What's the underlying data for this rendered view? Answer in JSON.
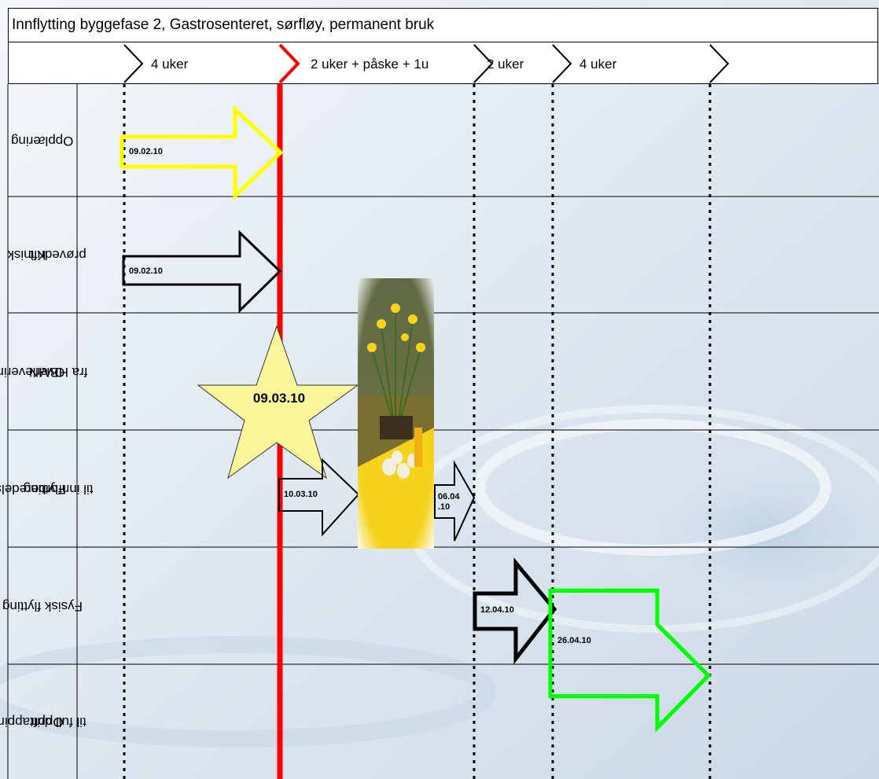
{
  "title": "Innflytting byggefase 2, Gastrosenteret, sørfløy, permanent bruk",
  "phases": [
    "4 uker",
    "2 uker + påske + 1u",
    "2 uker",
    "4 uker"
  ],
  "rows": [
    {
      "label": [
        "Opplæring"
      ],
      "date": "09.02.10",
      "arrow_color": "#ffff00"
    },
    {
      "label": [
        "Klinisk",
        "prøvedrift"
      ],
      "date": "09.02.10",
      "arrow_color": "#000000"
    },
    {
      "label": [
        "Overlevering",
        "fra HBMN"
      ],
      "date": "09.03.10",
      "arrow_color": "#f3f07a"
    },
    {
      "label": [
        "Forberedelse",
        "til innflytting"
      ],
      "dates": [
        "10.03.10",
        "06.04\n.10"
      ],
      "arrow_color": "#000000"
    },
    {
      "label": [
        "Fysisk flytting"
      ],
      "date": "12.04.10",
      "arrow_color": "#000000"
    },
    {
      "label": [
        "Opptrapping",
        "til full drift"
      ],
      "date": "26.04.10",
      "arrow_color": "#00ff00"
    }
  ],
  "milestone_color": "#ff0000"
}
